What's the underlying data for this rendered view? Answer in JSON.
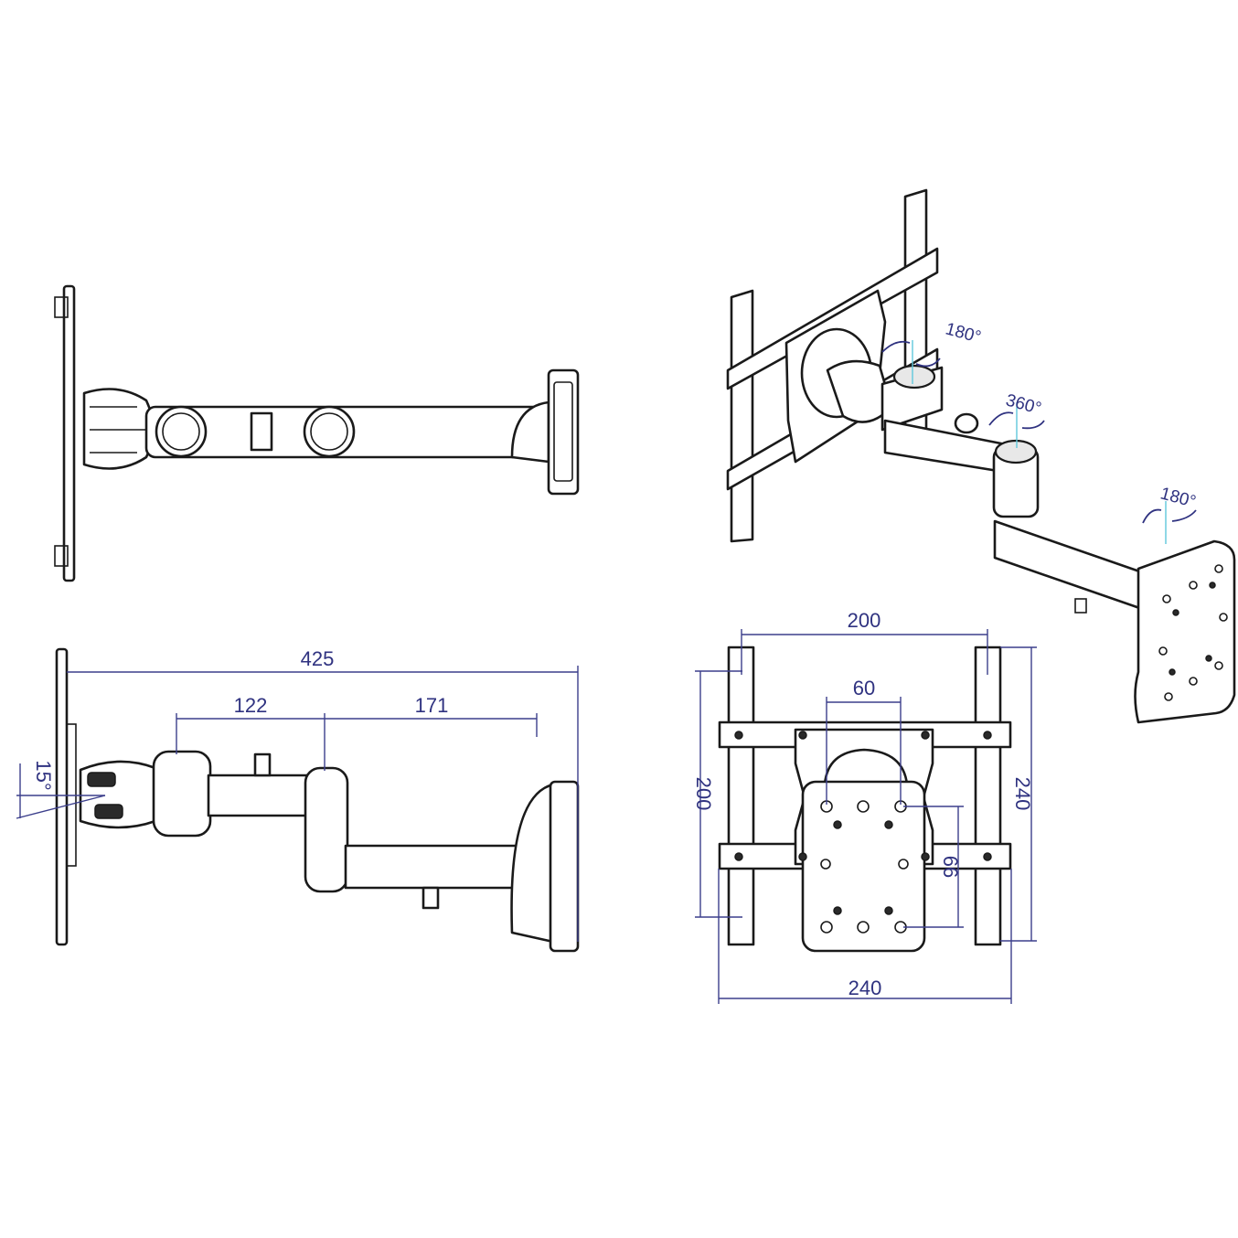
{
  "colors": {
    "line": "#1a1a1a",
    "dimension": "#2f3280",
    "axis": "#5fc8dc"
  },
  "side_view_dims": {
    "overall_length": "425",
    "inner_arm_length": "122",
    "outer_arm_length": "171",
    "tilt_angle": "15°"
  },
  "isometric_view": {
    "head_rotation": "180°",
    "arm_rotation": "360°",
    "wall_rotation": "180°"
  },
  "back_view_dims": {
    "vesa_outer_width": "200",
    "vesa_outer_height": "200",
    "vesa_inner_width": "60",
    "vesa_inner_height": "66",
    "bracket_width": "240",
    "bracket_height": "240"
  }
}
